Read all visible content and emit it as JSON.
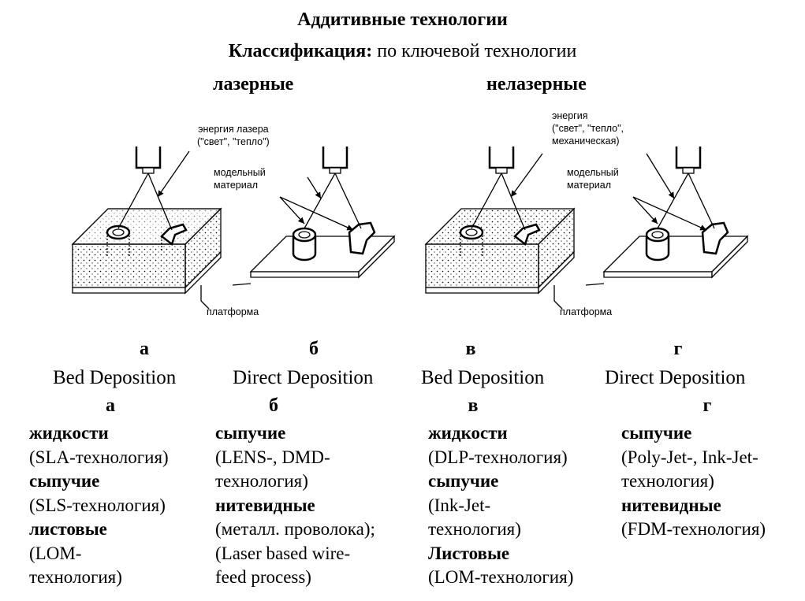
{
  "title": "Аддитивные технологии",
  "subtitle": {
    "bold": "Классификация:",
    "rest": "по ключевой технологии"
  },
  "groups": {
    "laser": "лазерные",
    "nonlaser": "нелазерные"
  },
  "labels": {
    "laser_energy": [
      "энергия лазера",
      "(\"свет\", \"тепло\")"
    ],
    "model_material_1": [
      "модельный",
      "материал"
    ],
    "platform_1": "платформа",
    "energy_nonlaser": [
      "энергия",
      "(\"свет\", \"тепло\",",
      "механическая)"
    ],
    "model_material_2": [
      "модельный",
      "материал"
    ],
    "platform_2": "платформа"
  },
  "columns": [
    {
      "letter": "а",
      "deposition": "Bed Deposition",
      "items": [
        {
          "type": "h",
          "text": "жидкости"
        },
        {
          "type": "t",
          "text": "(SLA-технология)"
        },
        {
          "type": "h",
          "text": "сыпучие"
        },
        {
          "type": "t",
          "text": "(SLS-технология)"
        },
        {
          "type": "h",
          "text": "листовые"
        },
        {
          "type": "t",
          "text": "(LOM-"
        },
        {
          "type": "t",
          "text": "технология)"
        }
      ]
    },
    {
      "letter": "б",
      "deposition": "Direct Deposition",
      "items": [
        {
          "type": "h",
          "text": "сыпучие"
        },
        {
          "type": "t",
          "text": "(LENS-, DMD-"
        },
        {
          "type": "t",
          "text": "технология)"
        },
        {
          "type": "h",
          "text": "нитевидные"
        },
        {
          "type": "t",
          "text": "(металл. проволока);"
        },
        {
          "type": "t",
          "text": "(Laser based wire-"
        },
        {
          "type": "t",
          "text": "feed process)"
        }
      ]
    },
    {
      "letter": "в",
      "deposition": "Bed Deposition",
      "items": [
        {
          "type": "h",
          "text": "жидкости"
        },
        {
          "type": "t",
          "text": "(DLP-технология)"
        },
        {
          "type": "h",
          "text": "сыпучие"
        },
        {
          "type": "t",
          "text": "(Ink-Jet-"
        },
        {
          "type": "t",
          "text": "технология)"
        },
        {
          "type": "h",
          "text": "Листовые"
        },
        {
          "type": "t",
          "text": "(LOM-технология)"
        }
      ]
    },
    {
      "letter": "г",
      "deposition": "Direct Deposition",
      "items": [
        {
          "type": "h",
          "text": "сыпучие"
        },
        {
          "type": "t",
          "text": "(Poly-Jet-, Ink-Jet-"
        },
        {
          "type": "t",
          "text": "технология)"
        },
        {
          "type": "h",
          "text": "нитевидные"
        },
        {
          "type": "t",
          "text": "(FDM-технология)"
        }
      ]
    }
  ]
}
